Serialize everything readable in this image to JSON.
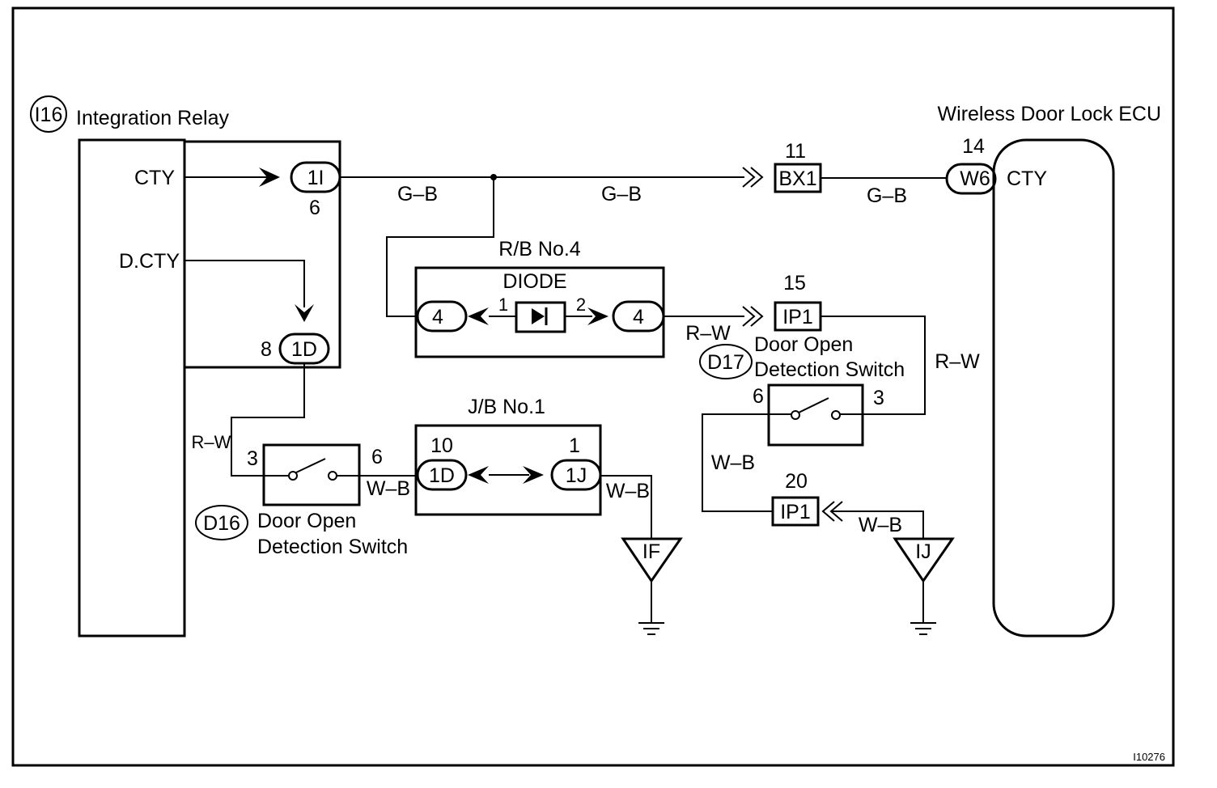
{
  "components": {
    "integration_relay": {
      "code": "I16",
      "name": "Integration Relay",
      "terminals": {
        "cty": "CTY",
        "dcty": "D.CTY"
      }
    },
    "wireless_ecu": {
      "name": "Wireless Door Lock ECU",
      "terminal": "CTY"
    },
    "rb4": {
      "name": "R/B No.4",
      "part": "DIODE",
      "conn_left": "4",
      "conn_right": "4",
      "pin_left": "1",
      "pin_right": "2"
    },
    "jb1": {
      "name": "J/B No.1",
      "conn_left": "1D",
      "conn_right": "1J",
      "pin_left": "10",
      "pin_right": "1"
    },
    "d16": {
      "code": "D16",
      "line1": "Door Open",
      "line2": "Detection Switch",
      "pin_left": "3",
      "pin_right": "6"
    },
    "d17": {
      "code": "D17",
      "line1": "Door Open",
      "line2": "Detection Switch",
      "pin_left": "6",
      "pin_right": "3"
    }
  },
  "connectors": {
    "c1i": {
      "id": "1I",
      "pin": "6"
    },
    "c1d": {
      "id": "1D",
      "pin": "8"
    },
    "bx1": {
      "id": "BX1",
      "pin": "11"
    },
    "w6": {
      "id": "W6",
      "pin": "14"
    },
    "ip1_top": {
      "id": "IP1",
      "pin": "15"
    },
    "ip1_bot": {
      "id": "IP1",
      "pin": "20"
    }
  },
  "wires": {
    "gb1": "G–B",
    "gb2": "G–B",
    "gb3": "G–B",
    "rw_rb4": "R–W",
    "rw_d17": "R–W",
    "rw_d16": "R–W",
    "wb_d16": "W–B",
    "wb_jb": "W–B",
    "wb_d17": "W–B",
    "wb_ij": "W–B"
  },
  "grounds": {
    "if": "IF",
    "ij": "IJ"
  },
  "figure_id": "I10276"
}
